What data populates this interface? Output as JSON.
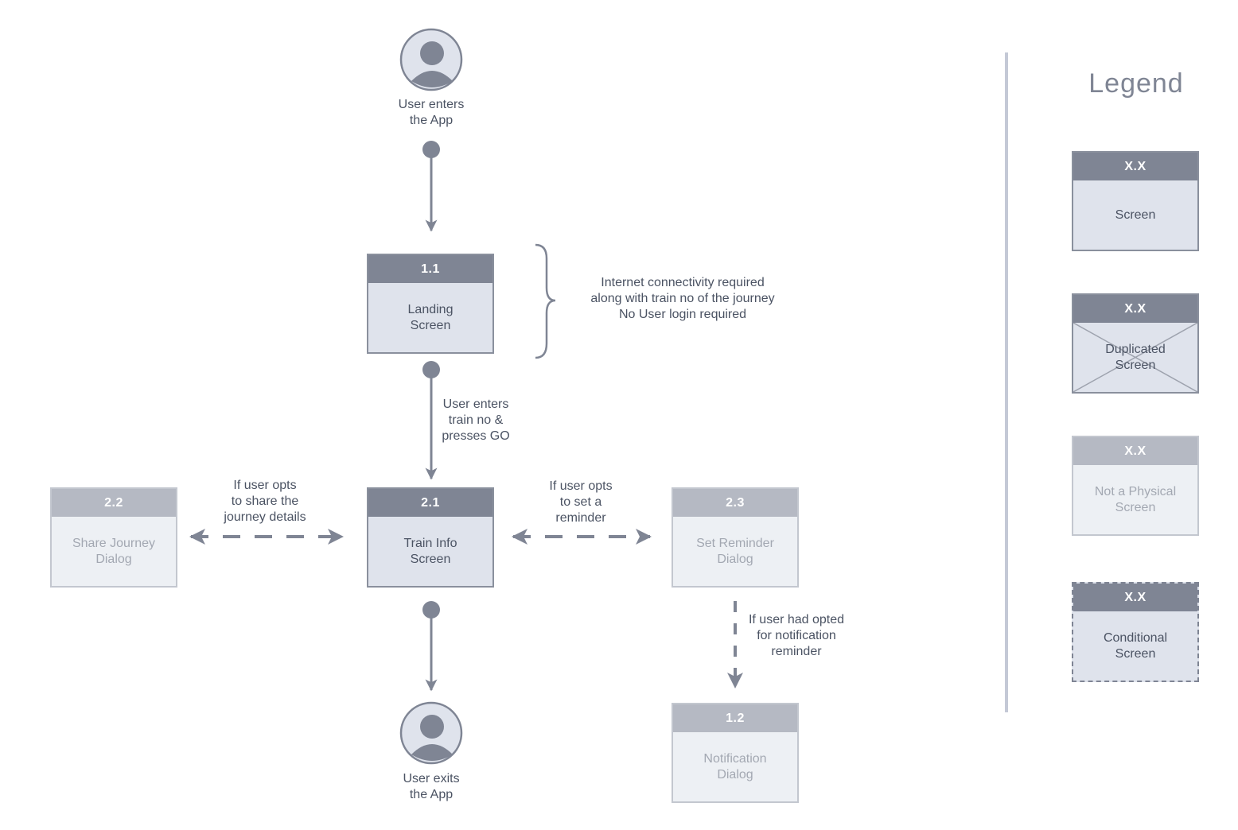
{
  "actors": {
    "enter_label": [
      "User enters",
      "the App"
    ],
    "exit_label": [
      "User exits",
      "the App"
    ]
  },
  "screens": {
    "landing": {
      "id": "1.1",
      "name": [
        "Landing",
        "Screen"
      ]
    },
    "train_info": {
      "id": "2.1",
      "name": [
        "Train Info",
        "Screen"
      ]
    },
    "share_journey": {
      "id": "2.2",
      "name": [
        "Share Journey",
        "Dialog"
      ]
    },
    "set_reminder": {
      "id": "2.3",
      "name": [
        "Set Reminder",
        "Dialog"
      ]
    },
    "notification": {
      "id": "1.2",
      "name": [
        "Notification",
        "Dialog"
      ]
    }
  },
  "annotations": {
    "landing_note": [
      "Internet connectivity required",
      "along with train no of the journey",
      "No User login required"
    ],
    "enter_train": [
      "User enters",
      "train no &",
      "presses GO"
    ],
    "share": [
      "If user opts",
      "to share the",
      "journey details"
    ],
    "reminder": [
      "If user opts",
      "to set a",
      "reminder"
    ],
    "notify": [
      "If user had opted",
      "for notification",
      "reminder"
    ]
  },
  "legend": {
    "title": "Legend",
    "items": [
      {
        "id": "X.X",
        "name": [
          "Screen"
        ]
      },
      {
        "id": "X.X",
        "name": [
          "Duplicated",
          "Screen"
        ]
      },
      {
        "id": "X.X",
        "name": [
          "Not a Physical",
          "Screen"
        ]
      },
      {
        "id": "X.X",
        "name": [
          "Conditional",
          "Screen"
        ]
      }
    ]
  },
  "colors": {
    "dark": "#7f8594",
    "light": "#b5b9c3",
    "fill": "#dfe3ec",
    "divider": "#c4c9d6"
  }
}
